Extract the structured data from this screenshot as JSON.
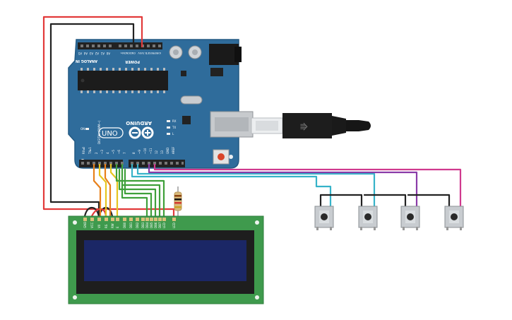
{
  "board": {
    "brand": "ARDUINO",
    "model": "UNO",
    "power_header": "POWER",
    "analog_header": "ANALOG IN",
    "digital_header": "DIGITAL (PWM~)",
    "led_on": "ON",
    "led_tx": "TX",
    "led_rx": "RX",
    "led_l": "L",
    "aref": "AREF",
    "gnd": "GND",
    "tx_pin": "TX▸1",
    "rx_pin": "RX◂0",
    "ioref": "IOREF",
    "reset": "RESET",
    "v33": "3.3V",
    "v5": "5V",
    "vin": "Vin",
    "analog_pins": [
      "A0",
      "A1",
      "A2",
      "A3",
      "A4",
      "A5"
    ],
    "power_gnds": [
      "GND",
      "GND"
    ],
    "digital_low": [
      "2",
      "~3",
      "4",
      "~5",
      "~6",
      "7"
    ],
    "digital_high": [
      "8",
      "~9",
      "~10",
      "~11",
      "12",
      "13"
    ]
  },
  "lcd": {
    "pins": [
      "GND",
      "VCC",
      "V0",
      "RS",
      "RW",
      "E",
      "DB0",
      "DB1",
      "DB2",
      "DB3",
      "DB4",
      "DB5",
      "DB6",
      "DB7",
      "LED",
      "LED"
    ]
  },
  "pushbuttons": {
    "count": 4
  },
  "colors": {
    "board": "#2f6c9b",
    "board_edge": "#235a83",
    "lcd_pcb": "#3f9a4d",
    "lcd_screen": "#1b2766",
    "wire_red": "#e23a3a",
    "wire_black": "#222222",
    "wire_orange": "#e8801a",
    "wire_yellow": "#e6c51f",
    "wire_green": "#3fa03a",
    "wire_cyan": "#36b3c9",
    "wire_purple": "#8a3aa8",
    "wire_magenta": "#d0398e"
  }
}
